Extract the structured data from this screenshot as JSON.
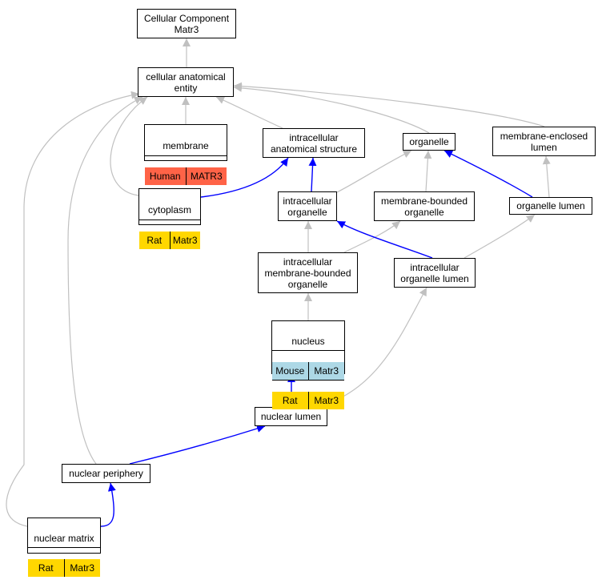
{
  "colors": {
    "gray_edge": "#c0c0c0",
    "blue_edge": "#0000ff",
    "human": "#ff6347",
    "rat": "#ffd700",
    "mouse": "#add8e6"
  },
  "nodes": {
    "root": {
      "label": "Cellular Component\nMatr3"
    },
    "cae": {
      "label": "cellular anatomical\nentity"
    },
    "membrane": {
      "label": "membrane",
      "rows": [
        {
          "species": "Human",
          "gene": "MATR3",
          "color": "#ff6347"
        }
      ]
    },
    "ias": {
      "label": "intracellular\nanatomical structure"
    },
    "organelle": {
      "label": "organelle"
    },
    "mel": {
      "label": "membrane-enclosed\nlumen"
    },
    "cytoplasm": {
      "label": "cytoplasm",
      "rows": [
        {
          "species": "Rat",
          "gene": "Matr3",
          "color": "#ffd700"
        }
      ]
    },
    "io": {
      "label": "intracellular\norganelle"
    },
    "mbo": {
      "label": "membrane-bounded\norganelle"
    },
    "ol": {
      "label": "organelle lumen"
    },
    "imbo": {
      "label": "intracellular\nmembrane-bounded\norganelle"
    },
    "iol": {
      "label": "intracellular\norganelle lumen"
    },
    "nucleus": {
      "label": "nucleus",
      "rows": [
        {
          "species": "Mouse",
          "gene": "Matr3",
          "color": "#add8e6"
        },
        {
          "species": "Rat",
          "gene": "Matr3",
          "color": "#ffd700"
        }
      ]
    },
    "nl": {
      "label": "nuclear lumen"
    },
    "np": {
      "label": "nuclear periphery"
    },
    "nm": {
      "label": "nuclear matrix",
      "rows": [
        {
          "species": "Rat",
          "gene": "Matr3",
          "color": "#ffd700"
        }
      ]
    }
  },
  "edges": [
    {
      "from": "cae",
      "to": "root",
      "kind": "is_a"
    },
    {
      "from": "membrane",
      "to": "cae",
      "kind": "is_a"
    },
    {
      "from": "ias",
      "to": "cae",
      "kind": "is_a"
    },
    {
      "from": "organelle",
      "to": "cae",
      "kind": "is_a"
    },
    {
      "from": "mel",
      "to": "cae",
      "kind": "is_a"
    },
    {
      "from": "cytoplasm",
      "to": "cae",
      "kind": "is_a"
    },
    {
      "from": "np",
      "to": "cae",
      "kind": "is_a"
    },
    {
      "from": "nm",
      "to": "cae",
      "kind": "is_a"
    },
    {
      "from": "cytoplasm",
      "to": "ias",
      "kind": "part_of"
    },
    {
      "from": "io",
      "to": "ias",
      "kind": "part_of"
    },
    {
      "from": "io",
      "to": "organelle",
      "kind": "is_a"
    },
    {
      "from": "mbo",
      "to": "organelle",
      "kind": "is_a"
    },
    {
      "from": "ol",
      "to": "organelle",
      "kind": "part_of"
    },
    {
      "from": "ol",
      "to": "mel",
      "kind": "is_a"
    },
    {
      "from": "imbo",
      "to": "io",
      "kind": "is_a"
    },
    {
      "from": "imbo",
      "to": "mbo",
      "kind": "is_a"
    },
    {
      "from": "iol",
      "to": "io",
      "kind": "part_of"
    },
    {
      "from": "iol",
      "to": "ol",
      "kind": "is_a"
    },
    {
      "from": "nucleus",
      "to": "imbo",
      "kind": "is_a"
    },
    {
      "from": "nl",
      "to": "nucleus",
      "kind": "part_of"
    },
    {
      "from": "nl",
      "to": "iol",
      "kind": "is_a"
    },
    {
      "from": "np",
      "to": "nl",
      "kind": "part_of"
    },
    {
      "from": "nm",
      "to": "np",
      "kind": "part_of"
    }
  ]
}
